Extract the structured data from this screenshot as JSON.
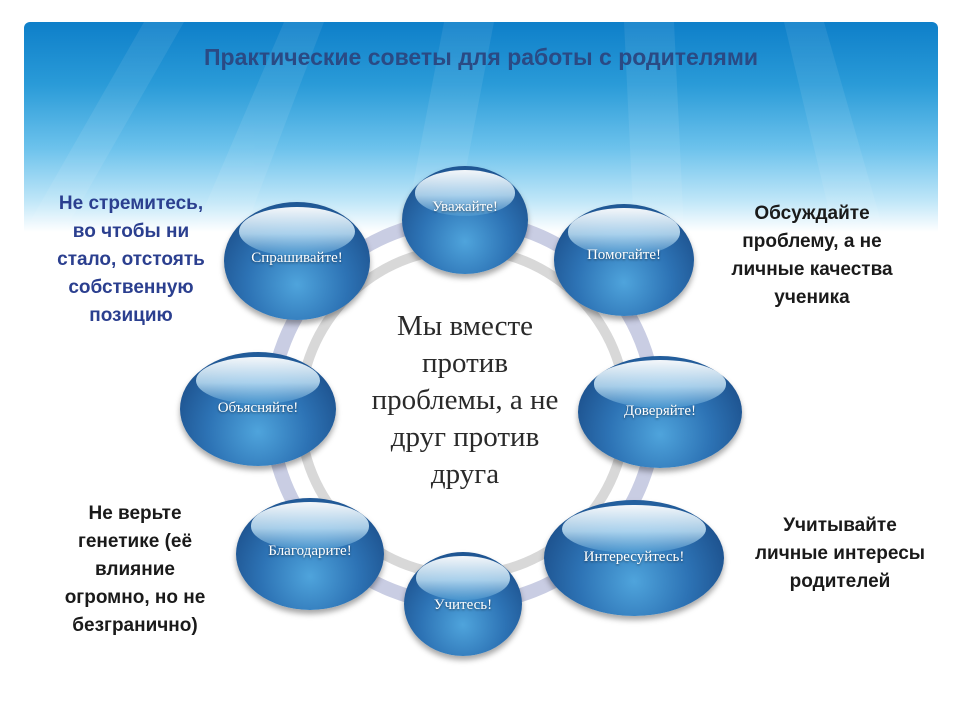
{
  "title": "Практические советы для работы с родителями",
  "center": {
    "lines": [
      "Мы вместе",
      "против",
      "проблемы, а не",
      "друг против",
      "друга"
    ]
  },
  "bubbles": {
    "respect": "Уважайте!",
    "help": "Помогайте!",
    "trust": "Доверяйте!",
    "interest": "Интересуйтесь!",
    "learn": "Учитесь!",
    "thank": "Благодарите!",
    "explain": "Объясняйте!",
    "ask": "Спрашивайте!"
  },
  "notes": {
    "top_left": [
      "Не стремитесь,",
      "во чтобы ни",
      "стало, отстоять",
      "собственную",
      "позицию"
    ],
    "top_right": [
      "Обсуждайте",
      "проблему, а не",
      "личные качества",
      "ученика"
    ],
    "bottom_left": [
      "Не верьте",
      "генетике (её",
      "влияние",
      "огромно, но не",
      "безгранично)"
    ],
    "bottom_right": [
      "Учитывайте",
      "личные интересы",
      "родителей"
    ]
  },
  "colors": {
    "title": "#2a4a84",
    "note_blue": "#2b3f8f",
    "note_dark": "#1a1a1a",
    "ring": "#c9cde3",
    "center_disc": "#d8d8d8"
  }
}
